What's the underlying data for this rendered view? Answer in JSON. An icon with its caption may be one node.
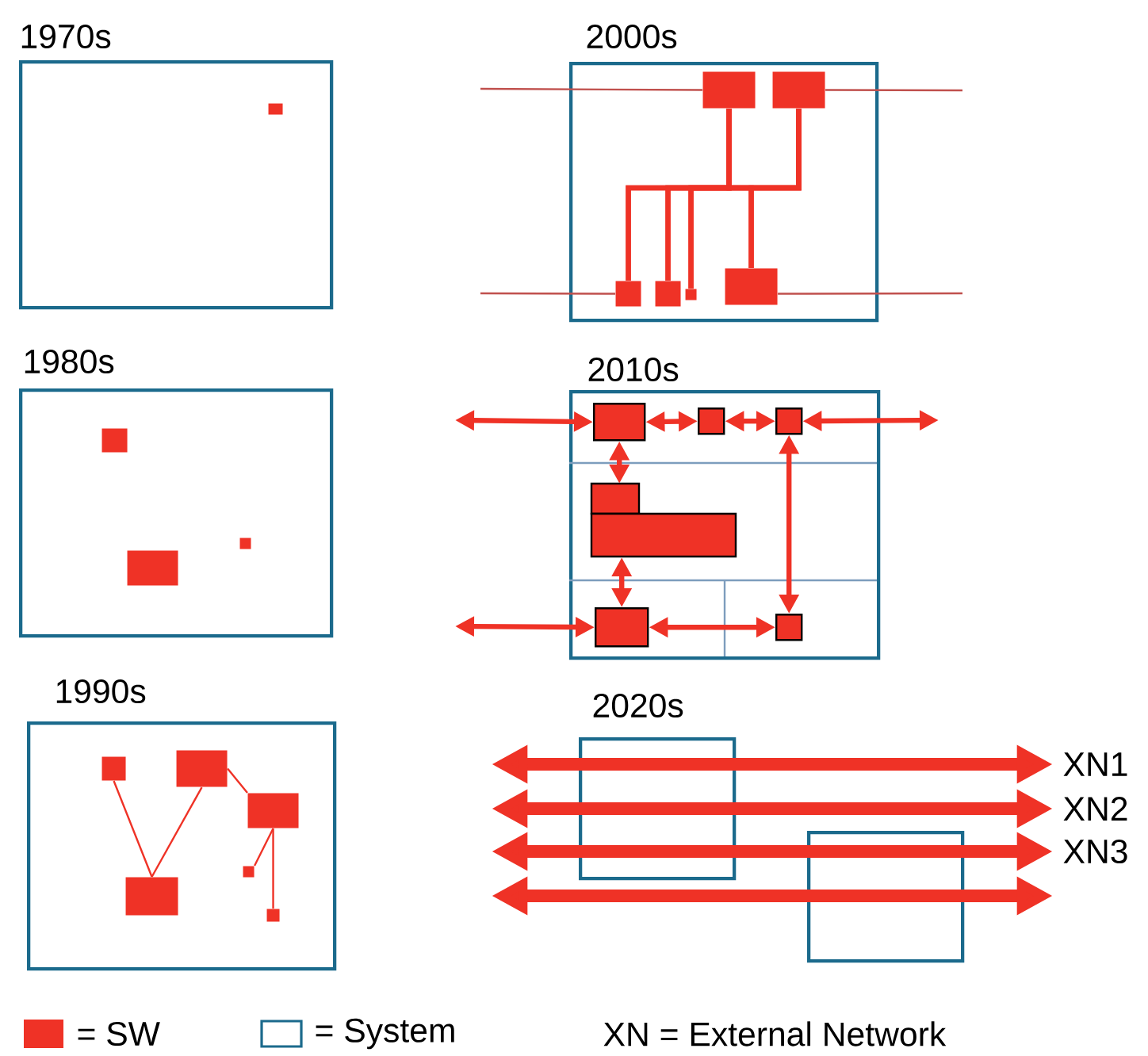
{
  "diagram": {
    "nodes": [
      {
        "text": [
          "1970s"
        ]
      },
      {
        "text": [],
        "shape": "box",
        "in": 0
      },
      {
        "text": [
          "1980s"
        ]
      },
      {
        "text": [],
        "shape": "box",
        "in": 2
      },
      {
        "text": [],
        "shape": "box",
        "in": 2
      },
      {
        "text": [],
        "shape": "box",
        "in": 2
      },
      {
        "text": [
          "1990s"
        ]
      },
      {
        "text": [],
        "shape": "box",
        "in": 6
      },
      {
        "text": [],
        "shape": "box",
        "in": 6
      },
      {
        "text": [],
        "shape": "box",
        "in": 6
      },
      {
        "text": [],
        "shape": "box",
        "in": 6
      },
      {
        "text": [],
        "shape": "box",
        "in": 6
      },
      {
        "text": [],
        "shape": "box",
        "in": 6
      },
      {
        "text": [
          "2000s"
        ]
      },
      {
        "text": [],
        "shape": "box",
        "in": 13
      },
      {
        "text": [],
        "shape": "box",
        "in": 13
      },
      {
        "text": [],
        "shape": "box",
        "in": 13
      },
      {
        "text": [],
        "shape": "box",
        "in": 13
      },
      {
        "text": [],
        "shape": "box",
        "in": 13
      },
      {
        "text": [],
        "shape": "box",
        "in": 13
      },
      {
        "text": [
          "2010s"
        ]
      },
      {
        "text": [],
        "shape": "box",
        "in": 20
      },
      {
        "text": [],
        "shape": "box",
        "in": 20
      },
      {
        "text": [],
        "shape": "box",
        "in": 20
      },
      {
        "text": [],
        "shape": "box",
        "in": 20
      },
      {
        "text": [],
        "shape": "box",
        "in": 20
      },
      {
        "text": [],
        "shape": "box",
        "in": 20
      },
      {
        "text": [
          "2020s"
        ]
      },
      {
        "text": [],
        "shape": "box"
      }
    ],
    "edges": [
      {
        "from": 7,
        "to": 10,
        "arrow": "none"
      },
      {
        "from": 8,
        "to": 10,
        "arrow": "none"
      },
      {
        "from": 8,
        "to": 9,
        "arrow": "none"
      },
      {
        "from": 9,
        "to": 11,
        "arrow": "none"
      },
      {
        "from": 9,
        "to": 12,
        "arrow": "none"
      },
      {
        "from": null,
        "to": 14,
        "arrow": "none",
        "color": "#c0504d"
      },
      {
        "from": 15,
        "to": null,
        "arrow": "none",
        "color": "#c0504d"
      },
      {
        "from": null,
        "to": 16,
        "arrow": "none",
        "color": "#c0504d"
      },
      {
        "from": 19,
        "to": null,
        "arrow": "none",
        "color": "#c0504d"
      },
      {
        "from": 14,
        "to": 16,
        "arrow": "none"
      },
      {
        "from": 14,
        "to": 17,
        "arrow": "none"
      },
      {
        "from": 14,
        "to": 18,
        "arrow": "none"
      },
      {
        "from": 14,
        "to": 19,
        "arrow": "none"
      },
      {
        "from": 15,
        "to": 16,
        "arrow": "none"
      },
      {
        "from": 15,
        "to": 17,
        "arrow": "none"
      },
      {
        "from": 15,
        "to": 18,
        "arrow": "none"
      },
      {
        "from": 15,
        "to": 19,
        "arrow": "none"
      },
      {
        "from": null,
        "to": 21,
        "arrow": "both"
      },
      {
        "from": 21,
        "to": 22,
        "arrow": "both"
      },
      {
        "from": 22,
        "to": 23,
        "arrow": "both"
      },
      {
        "from": 23,
        "to": null,
        "arrow": "both"
      },
      {
        "from": 21,
        "to": 24,
        "arrow": "both"
      },
      {
        "from": 24,
        "to": 25,
        "arrow": "both"
      },
      {
        "from": null,
        "to": 25,
        "arrow": "both"
      },
      {
        "from": 25,
        "to": 26,
        "arrow": "both"
      },
      {
        "from": 23,
        "to": 26,
        "arrow": "both"
      }
    ],
    "labels": [
      "XN1",
      "XN2",
      "XN3",
      "XN = External Network"
    ],
    "legend": [
      {
        "text": "= SW",
        "color": "#ef3226"
      },
      {
        "text": "= System"
      }
    ]
  }
}
